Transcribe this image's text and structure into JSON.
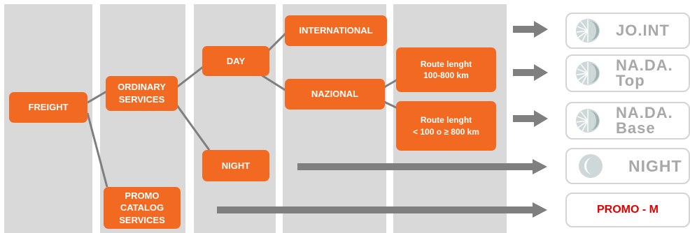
{
  "nodes": {
    "freight": "FREIGHT",
    "ordinary_services": "ORDINARY\nSERVICES",
    "promo_catalog_services": "PROMO\nCATALOG\nSERVICES",
    "day": "DAY",
    "night": "NIGHT",
    "international": "INTERNATIONAL",
    "nazional": "NAZIONAL",
    "route_100_800": "Route lenght\n100-800  km",
    "route_lt100_ge800": "Route lenght\n< 100 o ≥ 800 km"
  },
  "products": {
    "jo_int": "JO.INT",
    "na_da_top": "NA.DA.\nTop",
    "na_da_base": "NA.DA.\nBase",
    "night": "NIGHT",
    "promo_m": "PROMO - M"
  },
  "icons": [
    "sunburst-logo-icon",
    "sunburst-logo-icon",
    "sunburst-logo-icon",
    "crescent-moon-icon",
    "arrow-icon"
  ],
  "colors": {
    "node_fill": "#f26a21",
    "node_text": "#ffffff",
    "column_band": "#d9d9d9",
    "connector": "#7f7f7f",
    "product_text": "#a8a8a8",
    "promo_text": "#e00000"
  }
}
